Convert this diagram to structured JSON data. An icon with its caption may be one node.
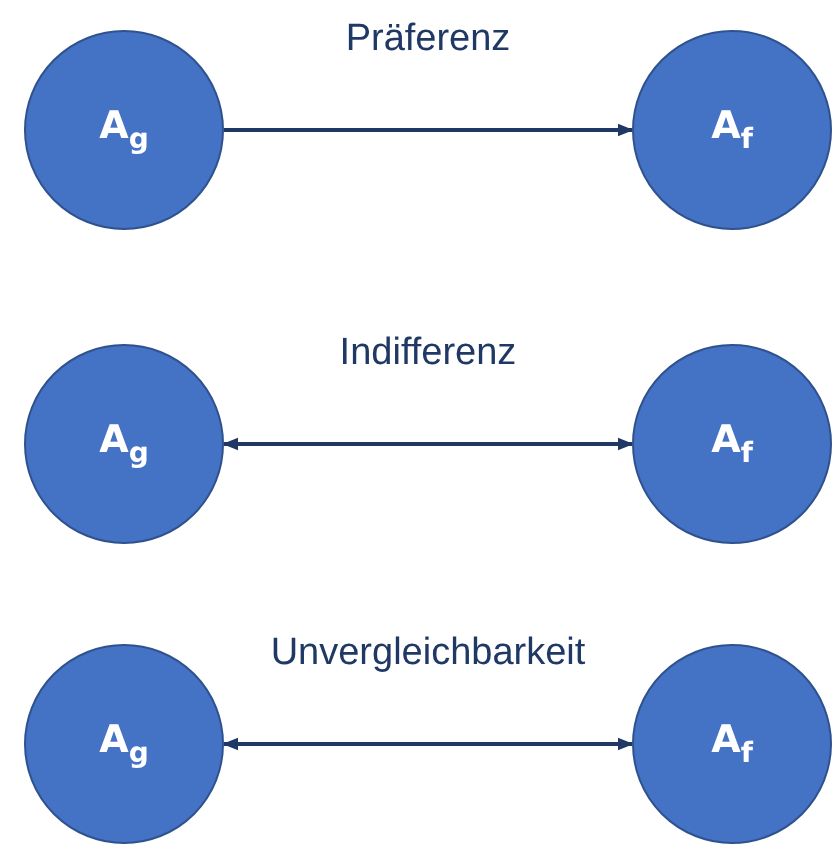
{
  "diagram": {
    "nodes": [
      {
        "text": [
          "A$_{g}$"
        ]
      },
      {
        "text": [
          "A$_{f}$"
        ]
      },
      {
        "text": [
          "A$_{g}$"
        ]
      },
      {
        "text": [
          "A$_{f}$"
        ]
      },
      {
        "text": [
          "A$_{g}$"
        ]
      },
      {
        "text": [
          "A$_{f}$"
        ]
      }
    ],
    "edges": [
      {
        "from": 0,
        "to": 1,
        "arrow": "to",
        "label": "Präferenz"
      },
      {
        "from": 2,
        "to": 3,
        "arrow": "both",
        "label": "Indifferenz"
      },
      {
        "from": 4,
        "to": 5,
        "arrow": "both",
        "label": "Unvergleichbarkeit"
      }
    ]
  }
}
